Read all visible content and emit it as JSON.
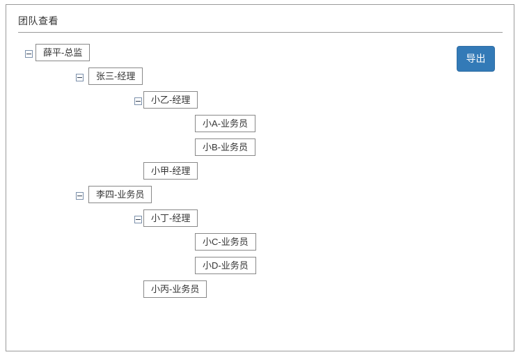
{
  "panel": {
    "title": "团队查看"
  },
  "toolbar": {
    "export_label": "导出",
    "export_color": "#337ab7"
  },
  "tree": {
    "collapse_icon": "minus-square-icon",
    "rows": [
      {
        "label": "薛平-总监",
        "level": 1,
        "expandable": true,
        "expanded": true
      },
      {
        "label": "张三-经理",
        "level": 2,
        "expandable": true,
        "expanded": true
      },
      {
        "label": "小乙-经理",
        "level": 3,
        "expandable": true,
        "expanded": true
      },
      {
        "label": "小A-业务员",
        "level": 4,
        "expandable": false,
        "expanded": false
      },
      {
        "label": "小B-业务员",
        "level": 4,
        "expandable": false,
        "expanded": false
      },
      {
        "label": "小甲-经理",
        "level": 3,
        "expandable": false,
        "expanded": false
      },
      {
        "label": "李四-业务员",
        "level": 2,
        "expandable": true,
        "expanded": true
      },
      {
        "label": "小丁-经理",
        "level": 3,
        "expandable": true,
        "expanded": true
      },
      {
        "label": "小C-业务员",
        "level": 4,
        "expandable": false,
        "expanded": false
      },
      {
        "label": "小D-业务员",
        "level": 4,
        "expandable": false,
        "expanded": false
      },
      {
        "label": "小丙-业务员",
        "level": 3,
        "expandable": false,
        "expanded": false
      }
    ]
  }
}
